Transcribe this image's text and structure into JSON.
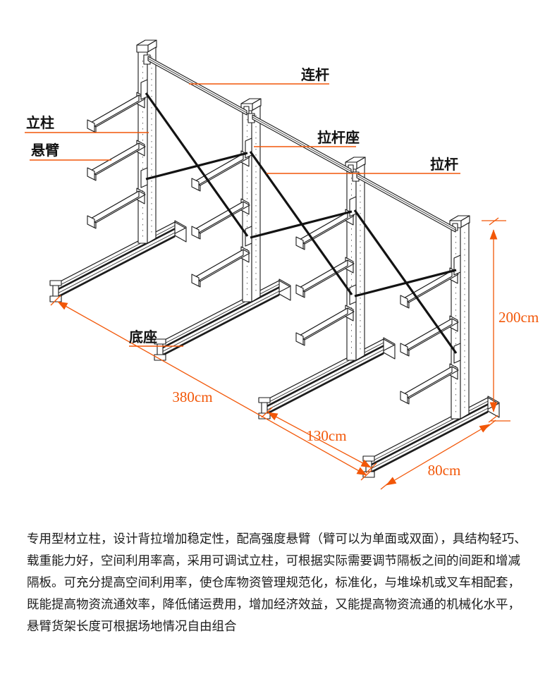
{
  "colors": {
    "annotation_orange": "#f25708",
    "drawing_line": "#1a1a1a",
    "tie_rod_black": "#131313",
    "background": "#ffffff"
  },
  "diagram": {
    "part_labels": {
      "connecting_rod": "连杆",
      "column": "立柱",
      "cantilever_arm": "悬臂",
      "tie_rod_seat": "拉杆座",
      "tie_rod": "拉杆",
      "base": "底座"
    },
    "dimensions": {
      "height": "200cm",
      "total_length": "380cm",
      "column_spacing": "130cm",
      "base_depth": "80cm"
    }
  },
  "description": {
    "lines": [
      "专用型材立柱，设计背拉增加稳定性，配高强度悬臂（臂可以为单面或双面），具结构轻巧、",
      "载重能力好，空间利用率高，采用可调试立柱，可根据实际需要调节隔板之间的间距和增减",
      "隔板。可充分提高空间利用率，使仓库物资管理规范化，标准化，与堆垛机或叉车相配套，",
      "既能提高物资流通效率，降低储运费用，增加经济效益，又能提高物资流通的机械化水平，",
      "悬臂货架长度可根据场地情况自由组合"
    ]
  }
}
